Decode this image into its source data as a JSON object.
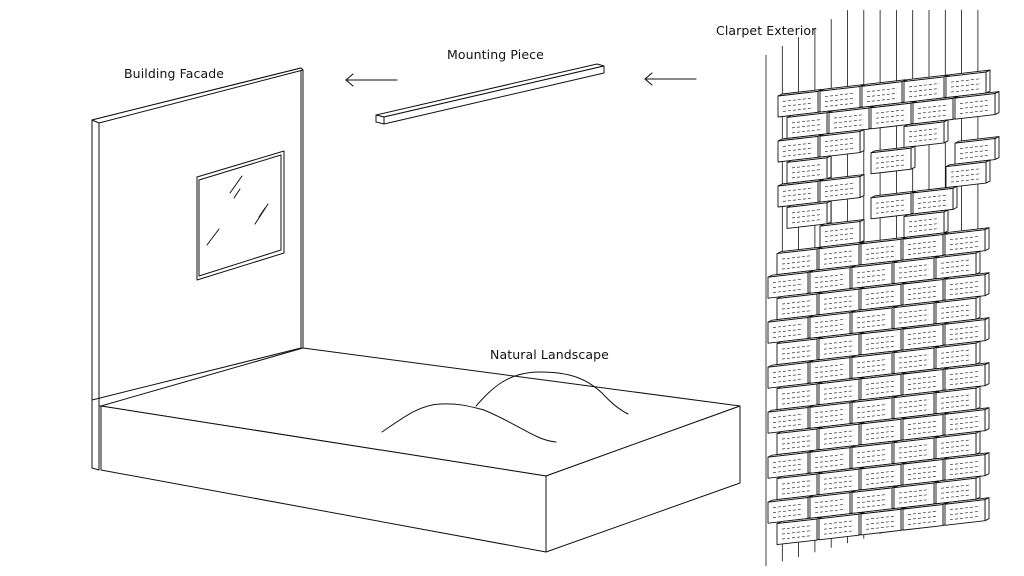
{
  "labels": {
    "building_facade": "Building Facade",
    "mounting_piece": "Mounting Piece",
    "clarpet_exterior": "Clarpet Exterior",
    "natural_landscape": "Natural Landscape"
  },
  "colors": {
    "line": "#111111",
    "background": "#ffffff"
  },
  "icons": {
    "arrow_left": "arrow-left-icon"
  }
}
